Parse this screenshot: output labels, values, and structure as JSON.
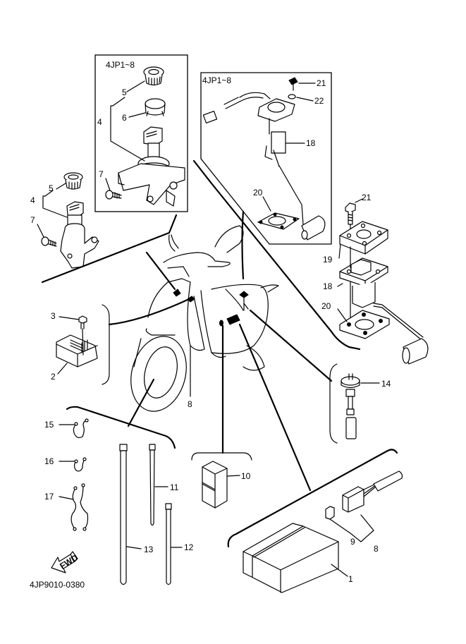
{
  "diagram": {
    "title_code": "4JP9010-0380",
    "fwd_arrow_label": "FWD",
    "insets": [
      {
        "id": "main-switch-inset",
        "variant_label": "4JP1~8"
      },
      {
        "id": "fuel-sender-inset",
        "variant_label": "4JP1~8"
      }
    ],
    "callouts": [
      {
        "key": "c1",
        "number": "1",
        "part": "ignitor unit"
      },
      {
        "key": "c2",
        "number": "2",
        "part": "rectifier regulator"
      },
      {
        "key": "c3",
        "number": "3",
        "part": "bolt"
      },
      {
        "key": "c4a",
        "number": "4",
        "part": "main switch assembly (inset)"
      },
      {
        "key": "c4b",
        "number": "4",
        "part": "main switch assembly"
      },
      {
        "key": "c5a",
        "number": "5",
        "part": "main switch cap (inset)"
      },
      {
        "key": "c5b",
        "number": "5",
        "part": "main switch cap"
      },
      {
        "key": "c6",
        "number": "6",
        "part": "clip ring"
      },
      {
        "key": "c7a",
        "number": "7",
        "part": "screw (inset)"
      },
      {
        "key": "c7b",
        "number": "7",
        "part": "screw"
      },
      {
        "key": "c8a",
        "number": "8",
        "part": "wire harness"
      },
      {
        "key": "c8b",
        "number": "8",
        "part": "connector assembly"
      },
      {
        "key": "c9",
        "number": "9",
        "part": "fuse"
      },
      {
        "key": "c10",
        "number": "10",
        "part": "relay"
      },
      {
        "key": "c11",
        "number": "11",
        "part": "band"
      },
      {
        "key": "c12",
        "number": "12",
        "part": "band"
      },
      {
        "key": "c13",
        "number": "13",
        "part": "band"
      },
      {
        "key": "c14",
        "number": "14",
        "part": "thermo unit"
      },
      {
        "key": "c15",
        "number": "15",
        "part": "clamp"
      },
      {
        "key": "c16",
        "number": "16",
        "part": "clamp"
      },
      {
        "key": "c17",
        "number": "17",
        "part": "clamp"
      },
      {
        "key": "c18a",
        "number": "18",
        "part": "fuel sender unit (inset)"
      },
      {
        "key": "c18b",
        "number": "18",
        "part": "fuel sender unit"
      },
      {
        "key": "c19",
        "number": "19",
        "part": "plate"
      },
      {
        "key": "c20a",
        "number": "20",
        "part": "gasket (inset)"
      },
      {
        "key": "c20b",
        "number": "20",
        "part": "gasket"
      },
      {
        "key": "c21a",
        "number": "21",
        "part": "bolt (inset)"
      },
      {
        "key": "c21b",
        "number": "21",
        "part": "bolt"
      },
      {
        "key": "c22",
        "number": "22",
        "part": "washer"
      }
    ],
    "labels": {
      "c1": "1",
      "c2": "2",
      "c3": "3",
      "c4a": "4",
      "c4b": "4",
      "c5a": "5",
      "c5b": "5",
      "c6": "6",
      "c7a": "7",
      "c7b": "7",
      "c8a": "8",
      "c8b": "8",
      "c9": "9",
      "c10": "10",
      "c11": "11",
      "c12": "12",
      "c13": "13",
      "c14": "14",
      "c15": "15",
      "c16": "16",
      "c17": "17",
      "c18a": "18",
      "c18b": "18",
      "c19": "19",
      "c20a": "20",
      "c20b": "20",
      "c21a": "21",
      "c21b": "21",
      "c22": "22",
      "inset1": "4JP1~8",
      "inset2": "4JP1~8",
      "fwd": "FWD",
      "code": "4JP9010-0380"
    }
  }
}
